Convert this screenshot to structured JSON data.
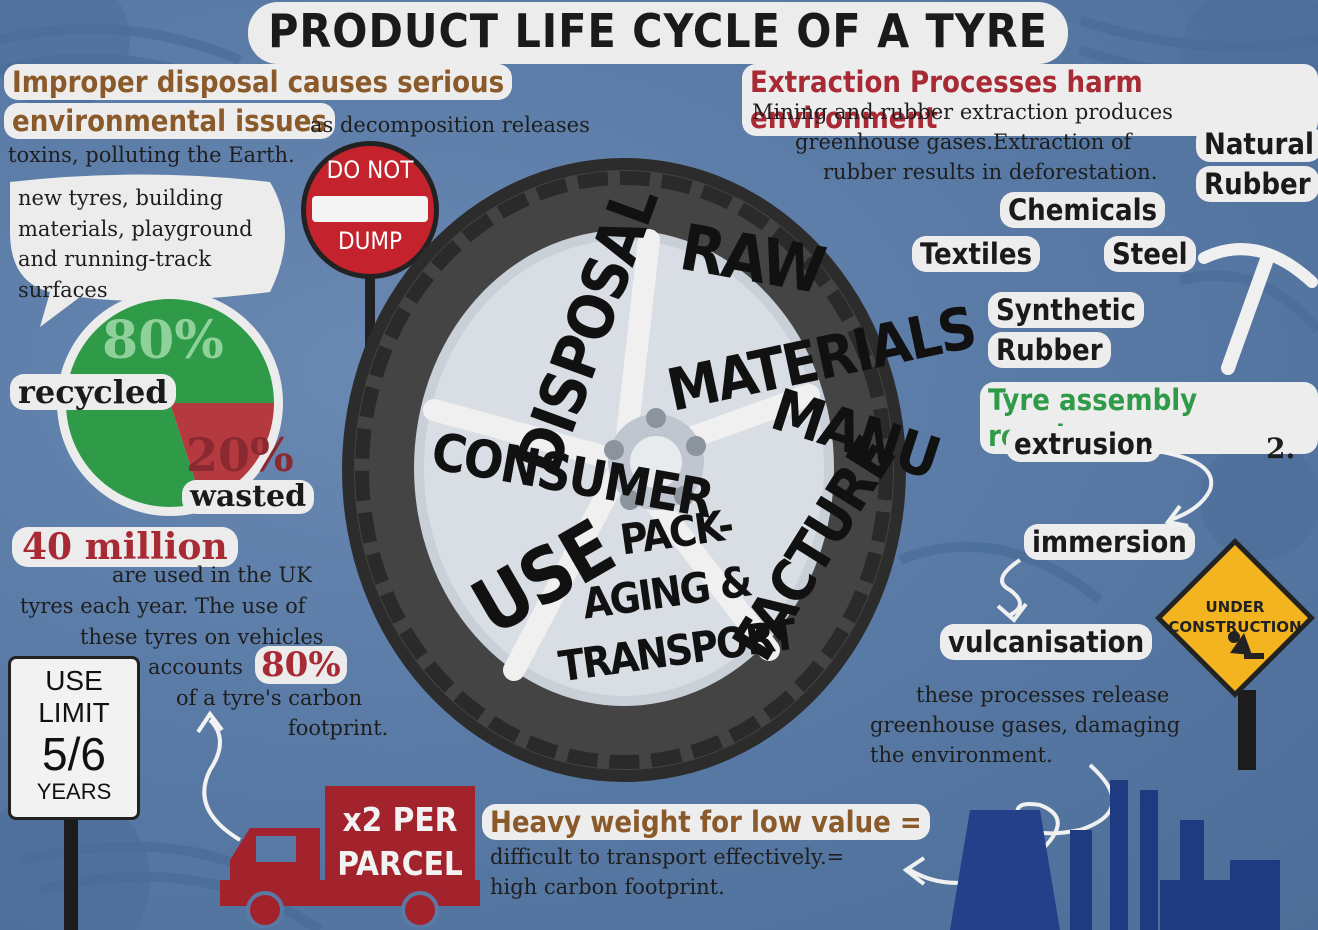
{
  "title": "PRODUCT LIFE CYCLE OF A TYRE",
  "disposal": {
    "heading_line1": "Improper disposal causes serious",
    "heading_line2": "environmental issues",
    "text_line1": "as decomposition releases",
    "text_line2": "toxins, polluting the Earth.",
    "reuse_text": [
      "new tyres, building",
      "materials, playground",
      "and running-track",
      "surfaces"
    ],
    "sign_top": "DO NOT",
    "sign_bottom": "DUMP"
  },
  "pie": {
    "recycled_pct": "80%",
    "recycled_label": "recycled",
    "wasted_pct": "20%",
    "wasted_label": "wasted",
    "recycled_fraction": 0.8,
    "colors": {
      "recycled": "#2f9a48",
      "wasted": "#b53a3f"
    }
  },
  "usage": {
    "big_number": "40 million",
    "lines": [
      "are used in the UK",
      "tyres each year. The use of",
      "these tyres on vehicles",
      "accounts"
    ],
    "pct": "80%",
    "tail_lines": [
      "of a tyre's carbon",
      "footprint."
    ]
  },
  "use_limit": {
    "line1": "USE",
    "line2": "LIMIT",
    "value": "5/6",
    "line3": "YEARS"
  },
  "transport": {
    "truck_label_1": "x2 PER",
    "truck_label_2": "PARCEL",
    "heading": "Heavy weight for low value =",
    "line1": "difficult to transport effectively.=",
    "line2": "high carbon footprint."
  },
  "extraction": {
    "heading": "Extraction Processes harm environment",
    "lines": [
      "Mining and rubber extraction produces",
      "greenhouse gases.Extraction of",
      "rubber results in deforestation."
    ],
    "materials": [
      "Natural",
      "Rubber",
      "Chemicals",
      "Textiles",
      "Steel",
      "Synthetic",
      "Rubber"
    ]
  },
  "assembly": {
    "heading": "Tyre assembly requires",
    "steps": [
      "extrusion",
      "immersion",
      "vulcanisation"
    ],
    "number": "2.",
    "note_lines": [
      "these processes release",
      "greenhouse gases, damaging",
      "the environment."
    ],
    "sign_line1": "UNDER",
    "sign_line2": "CONSTRUCTION"
  },
  "wheel": {
    "stages": [
      "DISPOSAL",
      "RAW",
      "MATERIALS",
      "MANU",
      "FACTURE",
      "CONSUMER",
      "USE",
      "PACK-",
      "AGING &",
      "TRANSPORT"
    ]
  },
  "colors": {
    "background": "#587aa5",
    "red": "#a72a34",
    "brown": "#8a5a2b",
    "green": "#2f9a48",
    "sign_yellow": "#f3b420",
    "tyre": "#3a3a3a"
  }
}
